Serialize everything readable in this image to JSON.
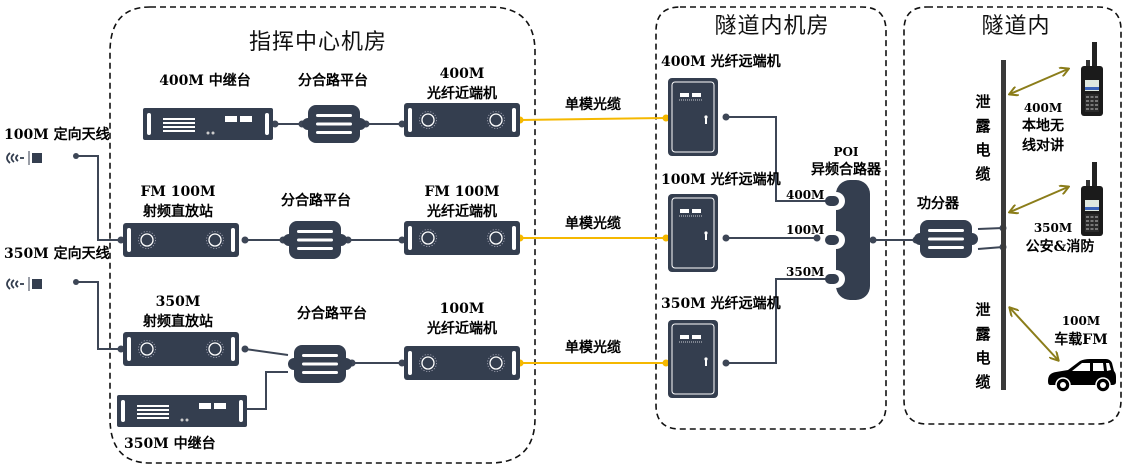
{
  "zones": {
    "command_center": {
      "title": "指挥中心机房"
    },
    "tunnel_room": {
      "title": "隧道内机房"
    },
    "tunnel": {
      "title": "隧道内"
    }
  },
  "antennas": [
    {
      "label": "100M 定向天线"
    },
    {
      "label": "350M 定向天线"
    }
  ],
  "command_center": {
    "repeater_400": {
      "label": "400M 中继台"
    },
    "combiner_1": {
      "label": "分合路平台"
    },
    "near_end_400": {
      "line1": "400M",
      "line2": "光纤近端机"
    },
    "rf_station_fm100": {
      "line1": "FM 100M",
      "line2": "射频直放站"
    },
    "combiner_2": {
      "label": "分合路平台"
    },
    "near_end_fm100": {
      "line1": "FM 100M",
      "line2": "光纤近端机"
    },
    "rf_station_350": {
      "line1": "350M",
      "line2": "射频直放站"
    },
    "combiner_3": {
      "label": "分合路平台"
    },
    "near_end_100": {
      "line1": "100M",
      "line2": "光纤近端机"
    },
    "repeater_350": {
      "label": "350M 中继台"
    }
  },
  "fiber_links": [
    {
      "label": "单模光缆"
    },
    {
      "label": "单模光缆"
    },
    {
      "label": "单模光缆"
    }
  ],
  "tunnel_room": {
    "far_end_400": {
      "label": "400M 光纤远端机"
    },
    "far_end_100": {
      "label": "100M 光纤远端机"
    },
    "far_end_350": {
      "label": "350M 光纤远端机"
    },
    "poi": {
      "line1": "POI",
      "line2": "异频合路器",
      "ports": [
        "400M",
        "100M",
        "350M"
      ]
    }
  },
  "tunnel": {
    "splitter": {
      "label": "功分器"
    },
    "leaky_cable_top": {
      "chars": [
        "泄",
        "露",
        "电",
        "缆"
      ]
    },
    "leaky_cable_bottom": {
      "chars": [
        "泄",
        "露",
        "电",
        "缆"
      ]
    },
    "radio_400": {
      "line1": "400M",
      "line2": "本地无",
      "line3": "线对讲"
    },
    "radio_350": {
      "line1": "350M",
      "line2": "公安&消防"
    },
    "vehicle_fm": {
      "line1": "100M",
      "line2": "车载FM"
    }
  },
  "colors": {
    "device": "#343e4f",
    "line": "#3d4656",
    "fiber": "#f5b800",
    "wireless": "#8b7d1a",
    "leaky_cable": "#3a3a3a"
  }
}
